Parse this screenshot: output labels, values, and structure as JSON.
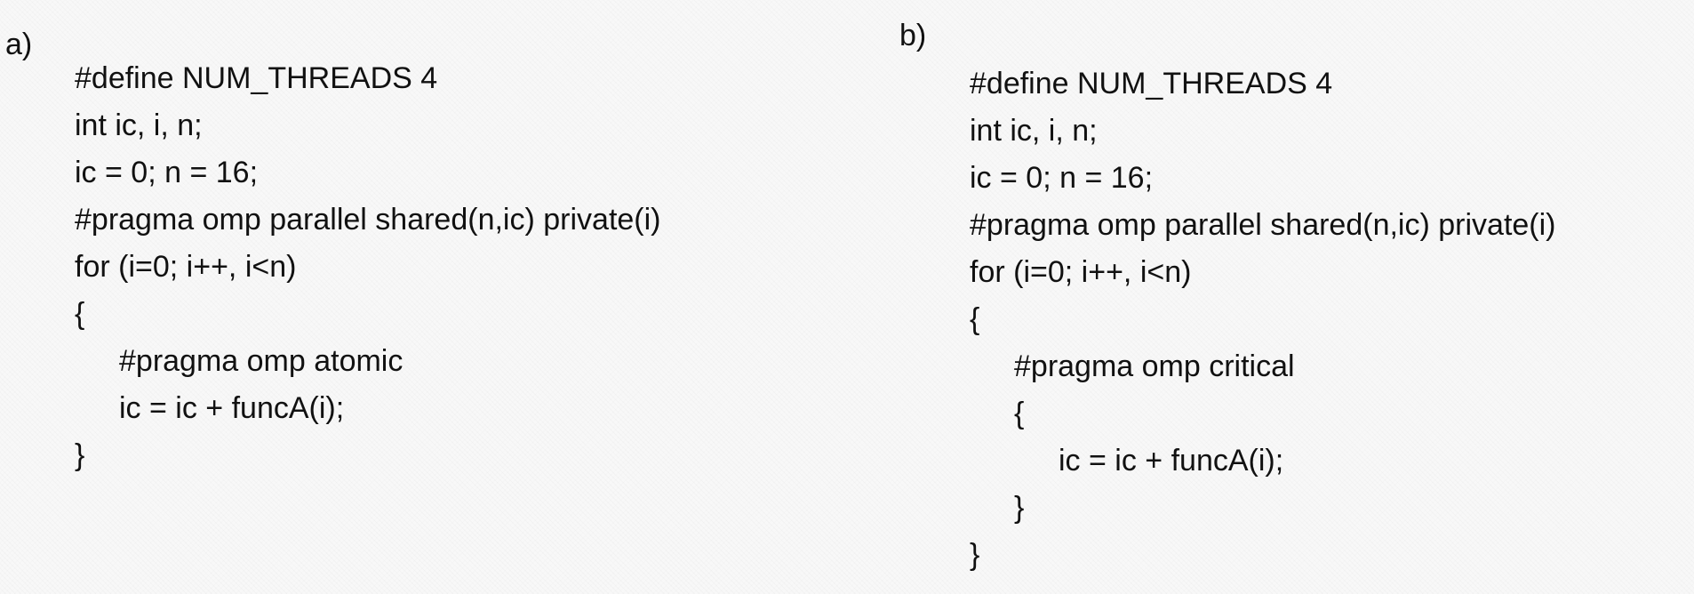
{
  "panels": [
    {
      "label": "a)",
      "lines": [
        {
          "text": "#define NUM_THREADS 4",
          "indent": 0
        },
        {
          "text": "int ic, i, n;",
          "indent": 0
        },
        {
          "text": "ic = 0; n = 16;",
          "indent": 0
        },
        {
          "text": "#pragma omp parallel shared(n,ic) private(i)",
          "indent": 0
        },
        {
          "text": "for (i=0; i++, i<n)",
          "indent": 0
        },
        {
          "text": "{",
          "indent": 0
        },
        {
          "text": "#pragma omp atomic",
          "indent": 1
        },
        {
          "text": "ic = ic + funcA(i);",
          "indent": 1
        },
        {
          "text": "}",
          "indent": 0
        }
      ]
    },
    {
      "label": "b)",
      "lines": [
        {
          "text": "#define NUM_THREADS 4",
          "indent": 0
        },
        {
          "text": "int ic, i, n;",
          "indent": 0
        },
        {
          "text": "ic = 0; n = 16;",
          "indent": 0
        },
        {
          "text": "#pragma omp parallel shared(n,ic) private(i)",
          "indent": 0
        },
        {
          "text": "for (i=0; i++, i<n)",
          "indent": 0
        },
        {
          "text": "{",
          "indent": 0
        },
        {
          "text": "#pragma omp critical",
          "indent": 1
        },
        {
          "text": "{",
          "indent": 1
        },
        {
          "text": "ic = ic + funcA(i);",
          "indent": 2
        },
        {
          "text": "}",
          "indent": 1
        },
        {
          "text": "}",
          "indent": 0
        }
      ]
    }
  ]
}
